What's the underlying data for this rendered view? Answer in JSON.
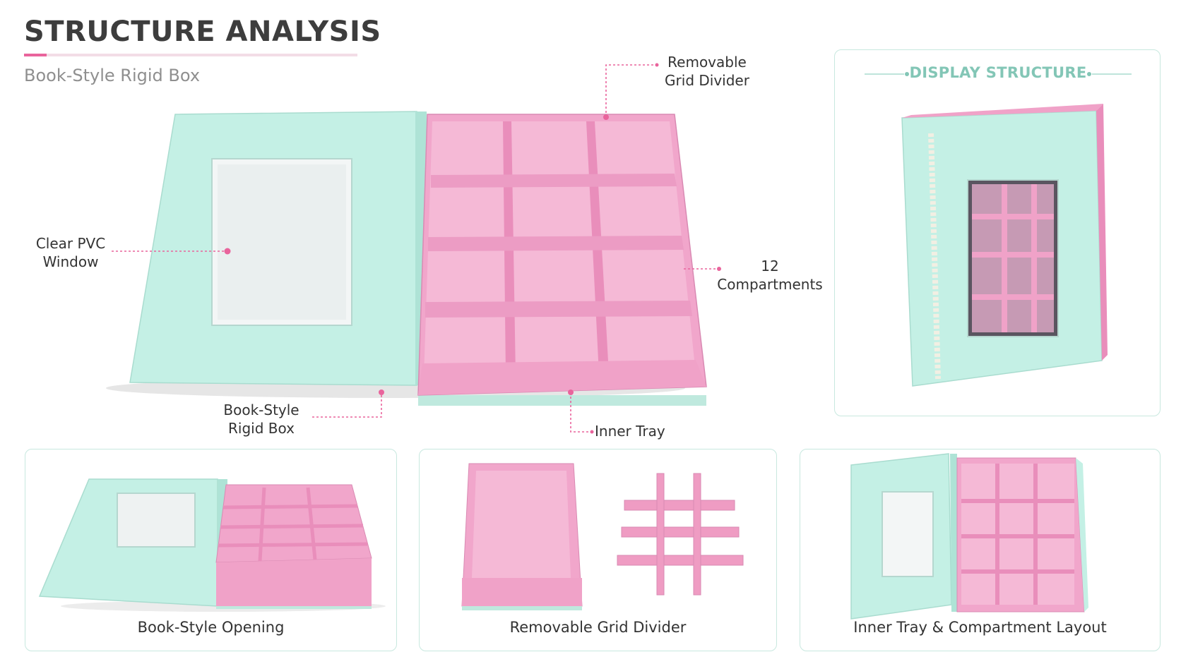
{
  "header": {
    "title": "STRUCTURE ANALYSIS",
    "subtitle": "Book-Style Rigid Box"
  },
  "callouts": {
    "removable_grid_divider": [
      "Removable",
      "Grid Divider"
    ],
    "clear_pvc_window": [
      "Clear PVC",
      "Window"
    ],
    "compartments": [
      "12",
      "Compartments"
    ],
    "book_style_rigid_box": [
      "Book-Style",
      "Rigid Box"
    ],
    "inner_tray": "Inner Tray"
  },
  "display_panel": {
    "title": "DISPLAY STRUCTURE"
  },
  "cards": [
    {
      "caption": "Book-Style Opening"
    },
    {
      "caption": "Removable Grid Divider"
    },
    {
      "caption": "Inner Tray & Compartment Layout"
    }
  ],
  "colors": {
    "mint": "#bfeee3",
    "pink": "#f0a2c8",
    "accent": "#e9649c",
    "card_border": "#c8e8df",
    "display_title": "#83c6b6"
  }
}
